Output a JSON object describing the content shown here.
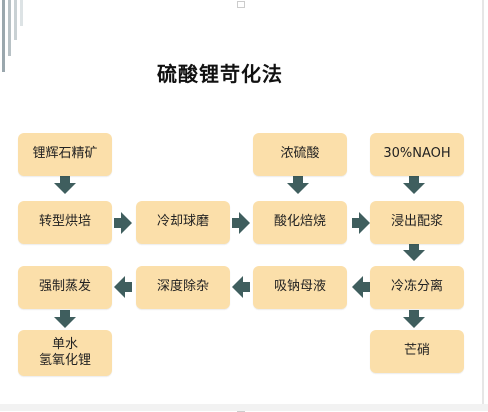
{
  "title": "硫酸锂苛化法",
  "boxes": {
    "ore": "锂辉石精矿",
    "transform": "转型烘培",
    "cool_grind": "冷却球磨",
    "acid_roast": "酸化焙烧",
    "conc_h2so4": "浓硫酸",
    "naoh": "30%NAOH",
    "leach": "浸出配浆",
    "freeze_sep": "冷冻分离",
    "mirabilite": "芒硝",
    "absorb_na": "吸钠母液",
    "deep_purify": "深度除杂",
    "evaporate": "强制蒸发",
    "lioh": "单水\n氢氧化锂"
  },
  "colors": {
    "box_fill": "#fbdfaa",
    "arrow": "#3f5e5e"
  }
}
